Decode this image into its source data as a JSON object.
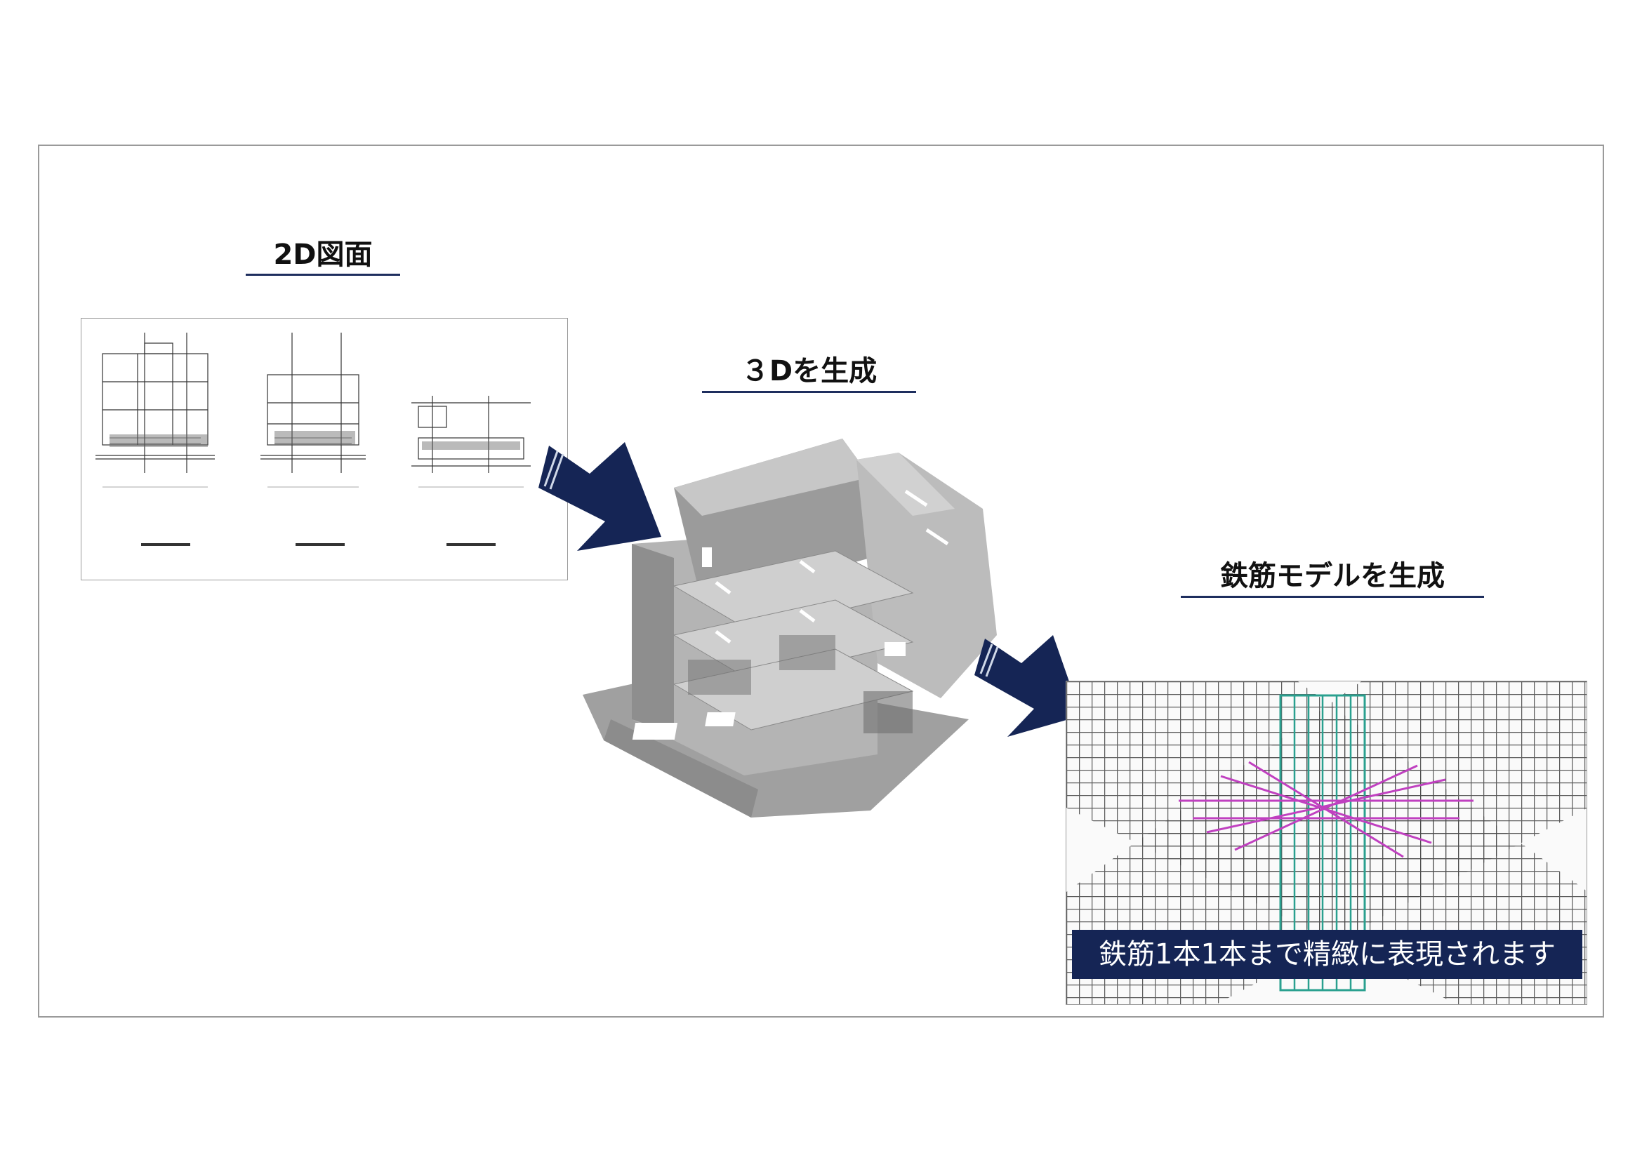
{
  "steps": [
    {
      "title": "2D図面"
    },
    {
      "title": "３Dを生成"
    },
    {
      "title": "鉄筋モデルを生成"
    }
  ],
  "rebar_caption": "鉄筋1本1本まで精緻に表現されます",
  "colors": {
    "accent_navy": "#152555",
    "underline": "#1e2e5e",
    "frame_border": "#9a9a9a",
    "concrete": "#a9a9a9",
    "rebar_main": "#4a4a4a",
    "rebar_teal": "#2aa08f",
    "rebar_magenta": "#c040c0"
  },
  "icons": [
    "arrow-right-down-icon"
  ]
}
